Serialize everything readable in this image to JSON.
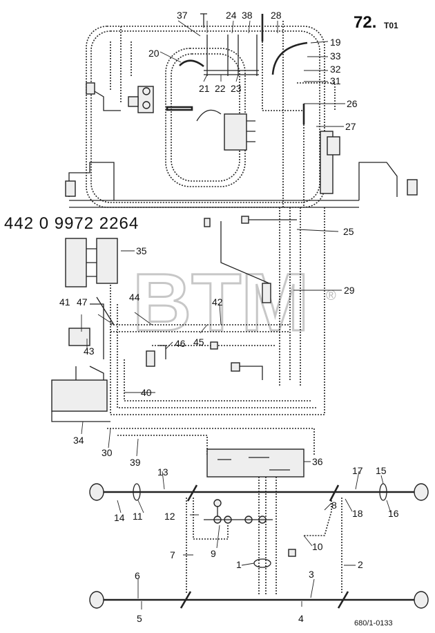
{
  "header": {
    "title_main": "72.",
    "title_sub": "T01"
  },
  "part_number": "442 0 9972 2264",
  "drawing_number": "680/1-0133",
  "watermark": {
    "text": "BTM",
    "registered": "®"
  },
  "callouts": [
    "1",
    "2",
    "3",
    "4",
    "5",
    "6",
    "7",
    "8",
    "9",
    "10",
    "11",
    "12",
    "13",
    "14",
    "15",
    "16",
    "17",
    "18",
    "19",
    "20",
    "21",
    "22",
    "23",
    "24",
    "25",
    "26",
    "27",
    "28",
    "29",
    "30",
    "31",
    "32",
    "33",
    "34",
    "35",
    "36",
    "37",
    "38",
    "39",
    "40",
    "41",
    "42",
    "43",
    "44",
    "45",
    "46",
    "47"
  ]
}
